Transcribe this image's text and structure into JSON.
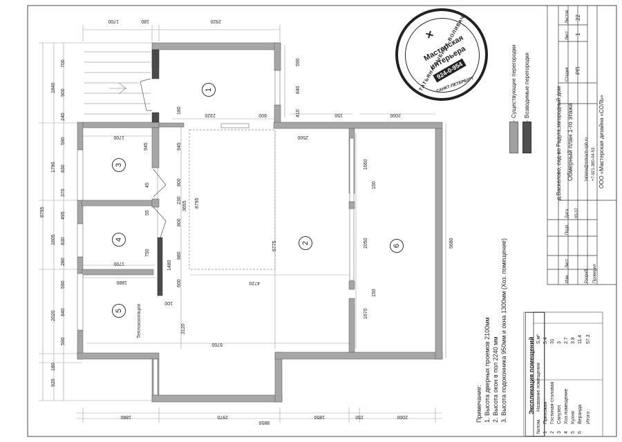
{
  "title_block": {
    "location": "д.Васкелово, сад-во Радуга,загородный дом",
    "sheet_title": "Обмерный план 1-го этажа",
    "stage_label": "Стадия",
    "sheet_label": "Лист",
    "sheets_label": "Листов",
    "stage": "РП",
    "sheet": "1",
    "sheets": "22",
    "company": "ООО «Мастерская дизайна «СОЛЬ»",
    "email": "tatiana@solvach-spb.ru",
    "phone": "+7-921-380-04-53",
    "developed_label": "Разраб.",
    "checked_label": "Проверил",
    "change_label": "Изм.",
    "list_label": "Лист",
    "sign_label": "Подп.",
    "date_label": "Дата",
    "date": "05.07"
  },
  "legend": {
    "existing": "- Существующие перегородки",
    "new": "- Возводимые перегородки",
    "existing_color": "#a0a0a0",
    "new_color": "#505050"
  },
  "stamp": {
    "top_text": "ТАТЬЯНА ЗЫБИНА-ВОЛИВАЧ",
    "line1": "Мастерская",
    "line2": "интерьера",
    "phone": "924-0-954",
    "city": "САНКТ-ПЕТЕРБУРГ"
  },
  "notes": {
    "title": "Примечание:",
    "lines": [
      "1. Высота дверных проемов 2100мм",
      "2. Высота окон  в пол 2240 мм",
      "3. Высота подоконника 950мм и окна 1300мм (Хоз. помещение)"
    ]
  },
  "explication": {
    "title": "Экспликация помещений",
    "headers": [
      "№пом.",
      "Название помещения",
      "S,м²"
    ],
    "rows": [
      [
        "1",
        "Прихожая",
        "5.4"
      ],
      [
        "2",
        "Гостиная-столовая",
        "31"
      ],
      [
        "3",
        "Санузел",
        "3"
      ],
      [
        "4",
        "Хоз.помещение",
        "2.7"
      ],
      [
        "5",
        "Кухня",
        "3.8"
      ],
      [
        "6",
        "Веранда",
        "11.4"
      ]
    ],
    "total_label": "Итого :",
    "total": "57.3"
  },
  "rooms": [
    "1",
    "2",
    "3",
    "4",
    "5",
    "6"
  ],
  "plan_labels": {
    "insulation": "Теплоизоляция"
  },
  "dims_top": [
    "1700",
    "180",
    "2920"
  ],
  "dims_bottom": [
    "1880",
    "2970",
    "1850",
    "150",
    "2000",
    "8850"
  ],
  "dims_left_outer": [
    "8795"
  ],
  "dims_left_mid": [
    "1840",
    "1790",
    "1605",
    "2020",
    "180",
    "920"
  ],
  "dims_left_inner": [
    "700",
    "900",
    "240",
    "590",
    "830",
    "370",
    "495",
    "830",
    "280",
    "590",
    "840",
    "590"
  ],
  "dims_inner": [
    "2320",
    "600",
    "150",
    "2000",
    "2500",
    "1700",
    "1700",
    "1880",
    "6700",
    "4720",
    "6775",
    "3120",
    "945",
    "945",
    "45",
    "55",
    "800",
    "230",
    "3655",
    "800",
    "8795",
    "180",
    "750",
    "1480",
    "880",
    "600",
    "100",
    "590",
    "840",
    "410",
    "1660",
    "150",
    "2050",
    "150",
    "1670",
    "5680"
  ]
}
